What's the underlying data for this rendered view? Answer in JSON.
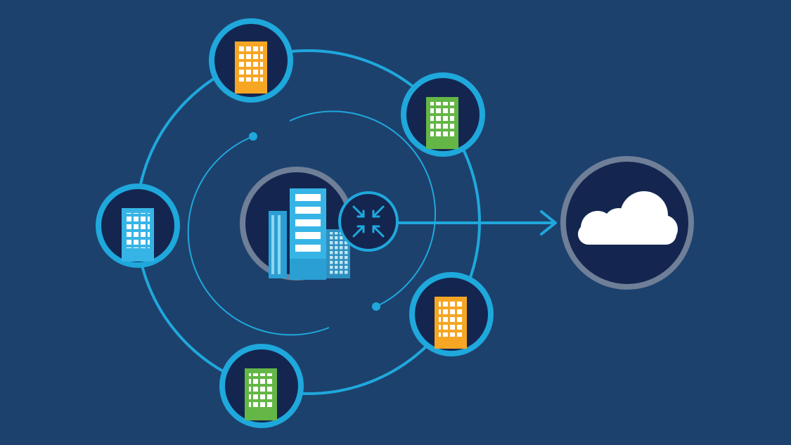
{
  "colors": {
    "background": "#1d416d",
    "ring": "#1fa8dc",
    "node_fill": "#142650",
    "hub_ring": "#6f7f98",
    "orange": "#f6a623",
    "green": "#64b646",
    "blue": "#36b4e6",
    "cloud": "#ffffff"
  },
  "diagram": {
    "hub": {
      "name": "central-campus",
      "icon": "building-cluster-icon",
      "badge_icon": "router-icon"
    },
    "nodes": [
      {
        "name": "branch-top",
        "color": "orange",
        "icon": "building-icon"
      },
      {
        "name": "branch-upper-right",
        "color": "green",
        "icon": "building-icon"
      },
      {
        "name": "branch-left",
        "color": "blue",
        "icon": "building-icon"
      },
      {
        "name": "branch-lower-right",
        "color": "orange",
        "icon": "building-icon"
      },
      {
        "name": "branch-bottom",
        "color": "green",
        "icon": "building-icon"
      }
    ],
    "destination": {
      "name": "cloud",
      "icon": "cloud-icon"
    },
    "connector_icon": "arrow-right-icon"
  }
}
